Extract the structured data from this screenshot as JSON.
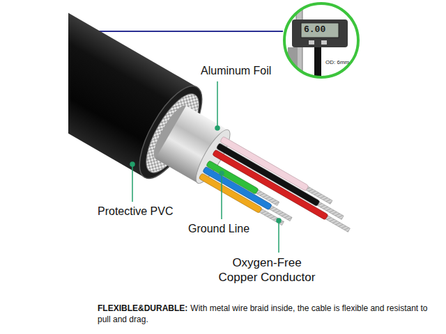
{
  "diagram": {
    "nodes": [
      {
        "text": [
          "6.00",
          "OD: 6mm"
        ]
      }
    ],
    "labels": [
      "Aluminum Foil",
      "Protective PVC",
      "Ground Line",
      "Oxygen-Free Copper Conductor",
      "FLEXIBLE&DURABLE:",
      "With metal wire braid inside, the cable is flexible and resistant to pull and drag."
    ]
  }
}
